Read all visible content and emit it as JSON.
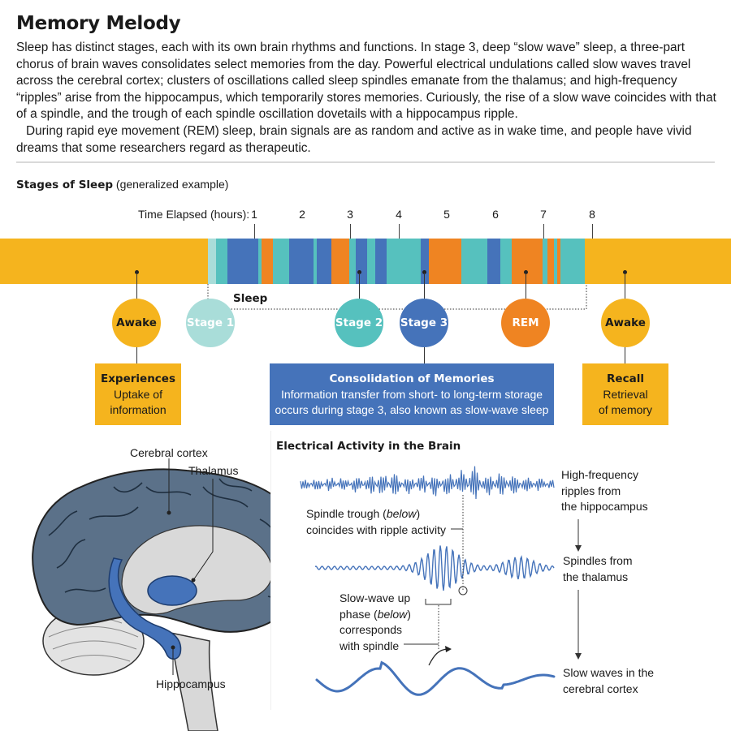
{
  "header": {
    "title": "Memory Melody",
    "paragraph_1": "Sleep has distinct stages, each with its own brain rhythms and functions. In stage 3, deep “slow wave” sleep, a three-part chorus of brain waves consolidates select memories from the day. Powerful electrical undulations called slow waves travel across the cerebral cortex; clusters of oscillations called sleep spindles emanate from the thalamus; and high-frequency “ripples” arise from the hippocampus, which temporarily stores memories. Curiously, the rise of a slow wave coincides with that of a spindle, and the trough of each spindle oscillation dovetails with a hippocampus ripple.",
    "paragraph_2": "During rapid eye movement (REM) sleep, brain signals are as random and active as in wake time, and people have vivid dreams that some researchers regard as therapeutic."
  },
  "stages_chart": {
    "heading": "Stages of Sleep",
    "heading_note": "(generalized example)",
    "time_label": "Time Elapsed (hours):",
    "hours": [
      "1",
      "2",
      "3",
      "4",
      "5",
      "6",
      "7",
      "8"
    ],
    "sleep_label": "Sleep",
    "colors": {
      "awake": "#F5B41E",
      "stage1": "#A9DDD9",
      "stage2": "#56C1BE",
      "stage3": "#4573BA",
      "rem": "#EF8422"
    },
    "markers": {
      "awake_left": "Awake",
      "stage1": "Stage 1",
      "stage2": "Stage 2",
      "stage3": "Stage 3",
      "rem": "REM",
      "awake_right": "Awake"
    }
  },
  "boxes": {
    "experiences": {
      "title": "Experiences",
      "line1": "Uptake of",
      "line2": "information"
    },
    "consolidation": {
      "title": "Consolidation of Memories",
      "line1": "Information transfer from short- to long-term storage",
      "line2": "occurs during stage 3, also known as slow-wave sleep"
    },
    "recall": {
      "title": "Recall",
      "line1": "Retrieval",
      "line2": "of memory"
    }
  },
  "brain": {
    "label_cortex": "Cerebral cortex",
    "label_thalamus": "Thalamus",
    "label_hippocampus": "Hippocampus"
  },
  "activity": {
    "heading": "Electrical Activity in the Brain",
    "spindle_note_1": "Spindle trough (",
    "spindle_note_italic": "below",
    "spindle_note_2": ")",
    "spindle_note_3": "coincides with ripple activity",
    "slow_note_1": "Slow-wave up",
    "slow_note_2": "phase (",
    "slow_note_italic": "below",
    "slow_note_3": ")",
    "slow_note_4": "corresponds",
    "slow_note_5": "with spindle",
    "ripple_label_1": "High-frequency",
    "ripple_label_2": "ripples from",
    "ripple_label_3": "the hippocampus",
    "spindle_label_1": "Spindles from",
    "spindle_label_2": "the thalamus",
    "slow_label_1": "Slow waves in the",
    "slow_label_2": "cerebral cortex"
  }
}
